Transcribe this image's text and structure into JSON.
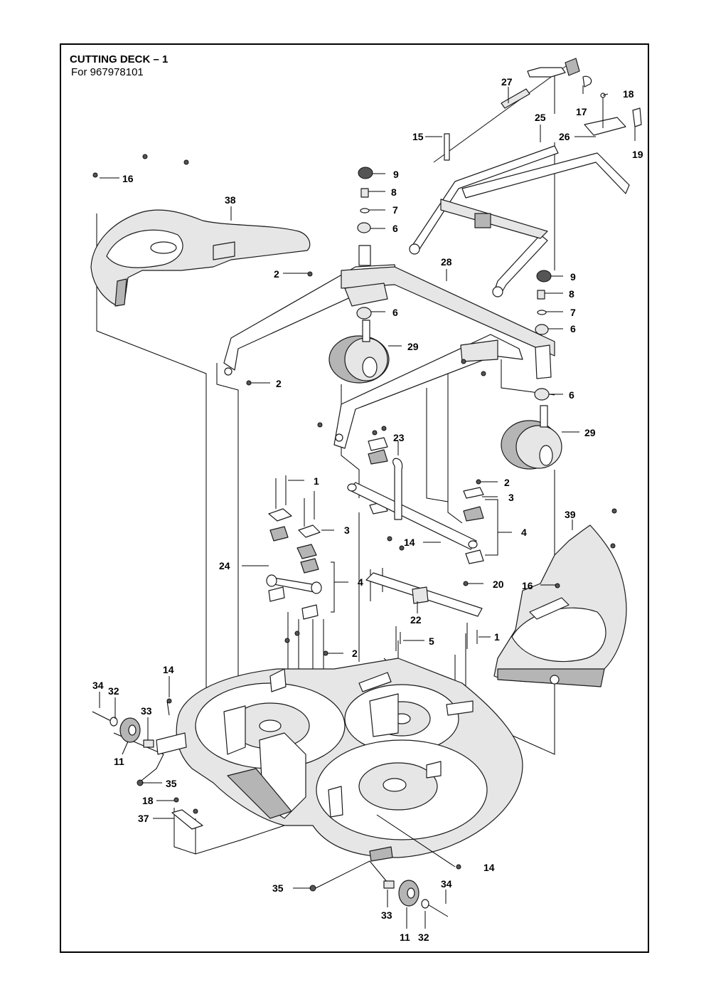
{
  "header": {
    "title": "CUTTING DECK – 1",
    "subtitle": "For 967978101"
  },
  "callouts": [
    "27",
    "17",
    "18",
    "15",
    "25",
    "26",
    "19",
    "16",
    "9",
    "8",
    "7",
    "6",
    "38",
    "2",
    "28",
    "9",
    "8",
    "7",
    "6",
    "6",
    "29",
    "2",
    "6",
    "29",
    "23",
    "1",
    "2",
    "3",
    "3",
    "39",
    "4",
    "14",
    "24",
    "4",
    "20",
    "16",
    "22",
    "5",
    "1",
    "2",
    "14",
    "34",
    "32",
    "33",
    "11",
    "35",
    "18",
    "37",
    "14",
    "35",
    "34",
    "33",
    "11",
    "32"
  ]
}
